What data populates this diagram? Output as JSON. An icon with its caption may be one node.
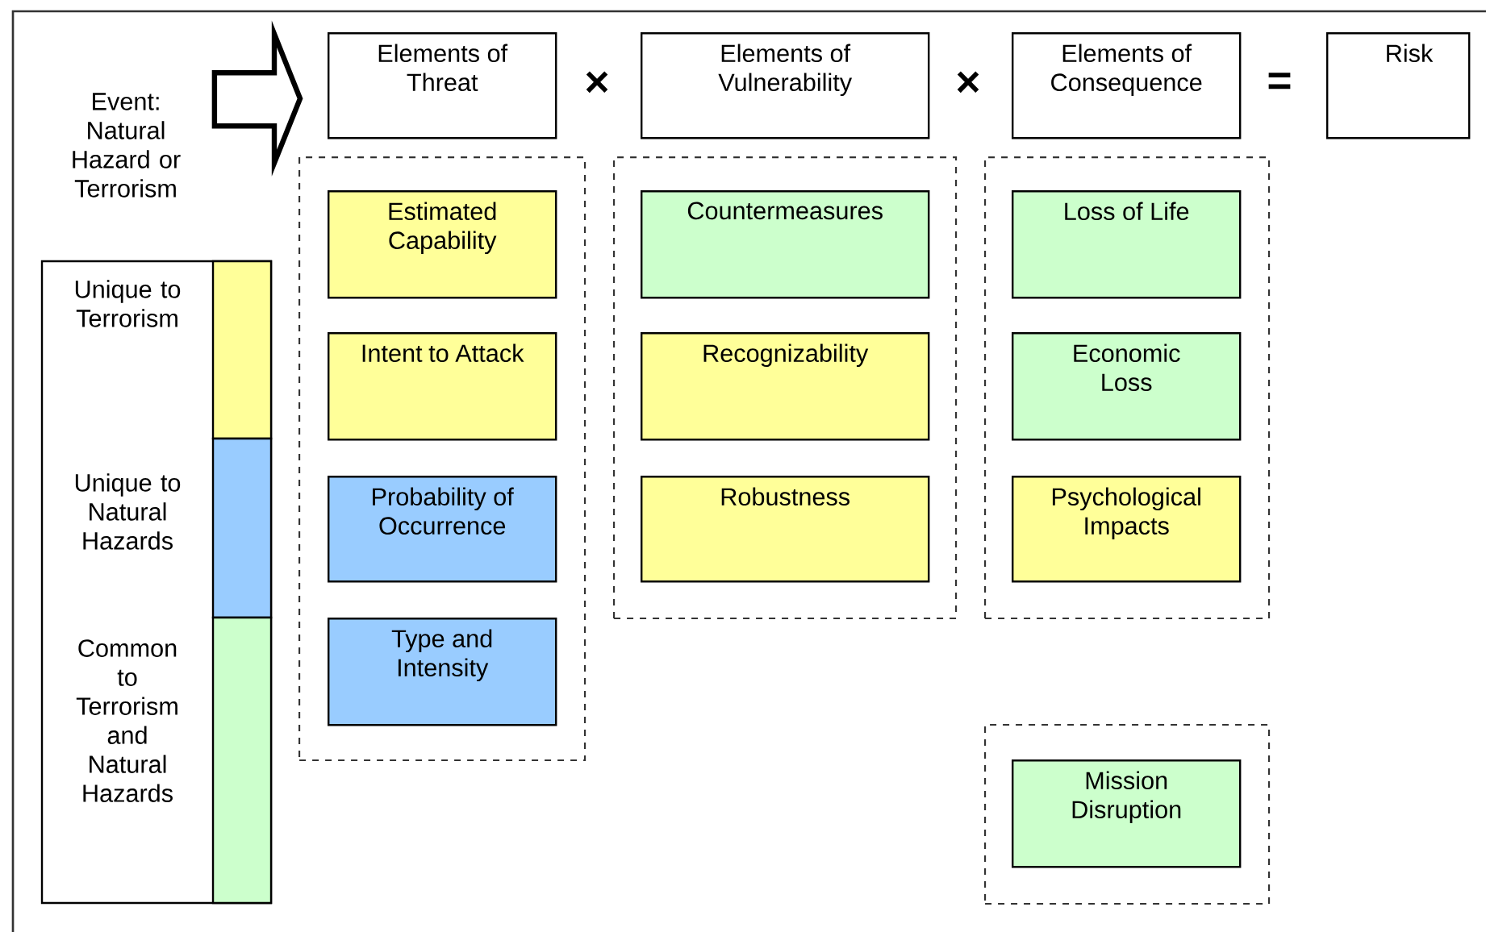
{
  "diagram": {
    "nodes": [
      {
        "text": [
          "Event: Natural Hazard or Terrorism"
        ]
      },
      {
        "text": [
          "Elements of Threat"
        ]
      },
      {
        "text": [
          "Elements of Vulnerability"
        ]
      },
      {
        "text": [
          "Elements of Consequence"
        ]
      },
      {
        "text": [
          "Risk"
        ]
      },
      {
        "text": [],
        "shape": "box"
      },
      {
        "text": [
          "Estimated Capability"
        ],
        "in": 5
      },
      {
        "text": [
          "Intent to Attack"
        ],
        "in": 5
      },
      {
        "text": [
          "Probability of Occurrence"
        ],
        "in": 5
      },
      {
        "text": [
          "Type and Intensity"
        ],
        "in": 5
      },
      {
        "text": [],
        "shape": "box"
      },
      {
        "text": [
          "Countermeasures"
        ],
        "in": 10
      },
      {
        "text": [
          "Recognizability"
        ],
        "in": 10
      },
      {
        "text": [
          "Robustness"
        ],
        "in": 10
      },
      {
        "text": [],
        "shape": "box"
      },
      {
        "text": [
          "Loss of Life"
        ],
        "in": 14
      },
      {
        "text": [
          "Economic Loss"
        ],
        "in": 14
      },
      {
        "text": [
          "Psychological Impacts"
        ],
        "in": 14
      },
      {
        "text": [],
        "shape": "box"
      },
      {
        "text": [
          "Mission Disruption"
        ],
        "in": 18
      }
    ],
    "edges": [
      {
        "from": 0,
        "to": 1,
        "arrow": "to",
        "style": "thick"
      }
    ],
    "labels": [
      "×",
      "×",
      "="
    ],
    "legend": [
      {
        "text": "Unique to Terrorism",
        "color": "#ffff99"
      },
      {
        "text": "Unique to Natural Hazards",
        "color": "#99ccff"
      },
      {
        "text": "Common to Terrorism and Natural Hazards",
        "color": "#ccffcc"
      }
    ]
  }
}
